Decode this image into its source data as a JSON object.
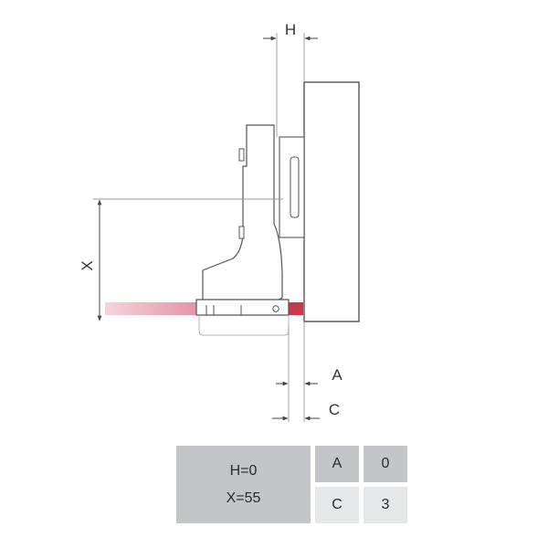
{
  "dimensions": {
    "h_label": "H",
    "x_label": "X",
    "a_label": "A",
    "c_label": "C"
  },
  "table": {
    "h_value": "H=0",
    "x_value": "X=55",
    "rows": [
      {
        "key": "A",
        "value": "0"
      },
      {
        "key": "C",
        "value": "3"
      }
    ]
  },
  "colors": {
    "door_panel": "#c8384f",
    "cell_dark": "#c3c5c9",
    "cell_light": "#e6e7e9",
    "line": "#555555"
  }
}
